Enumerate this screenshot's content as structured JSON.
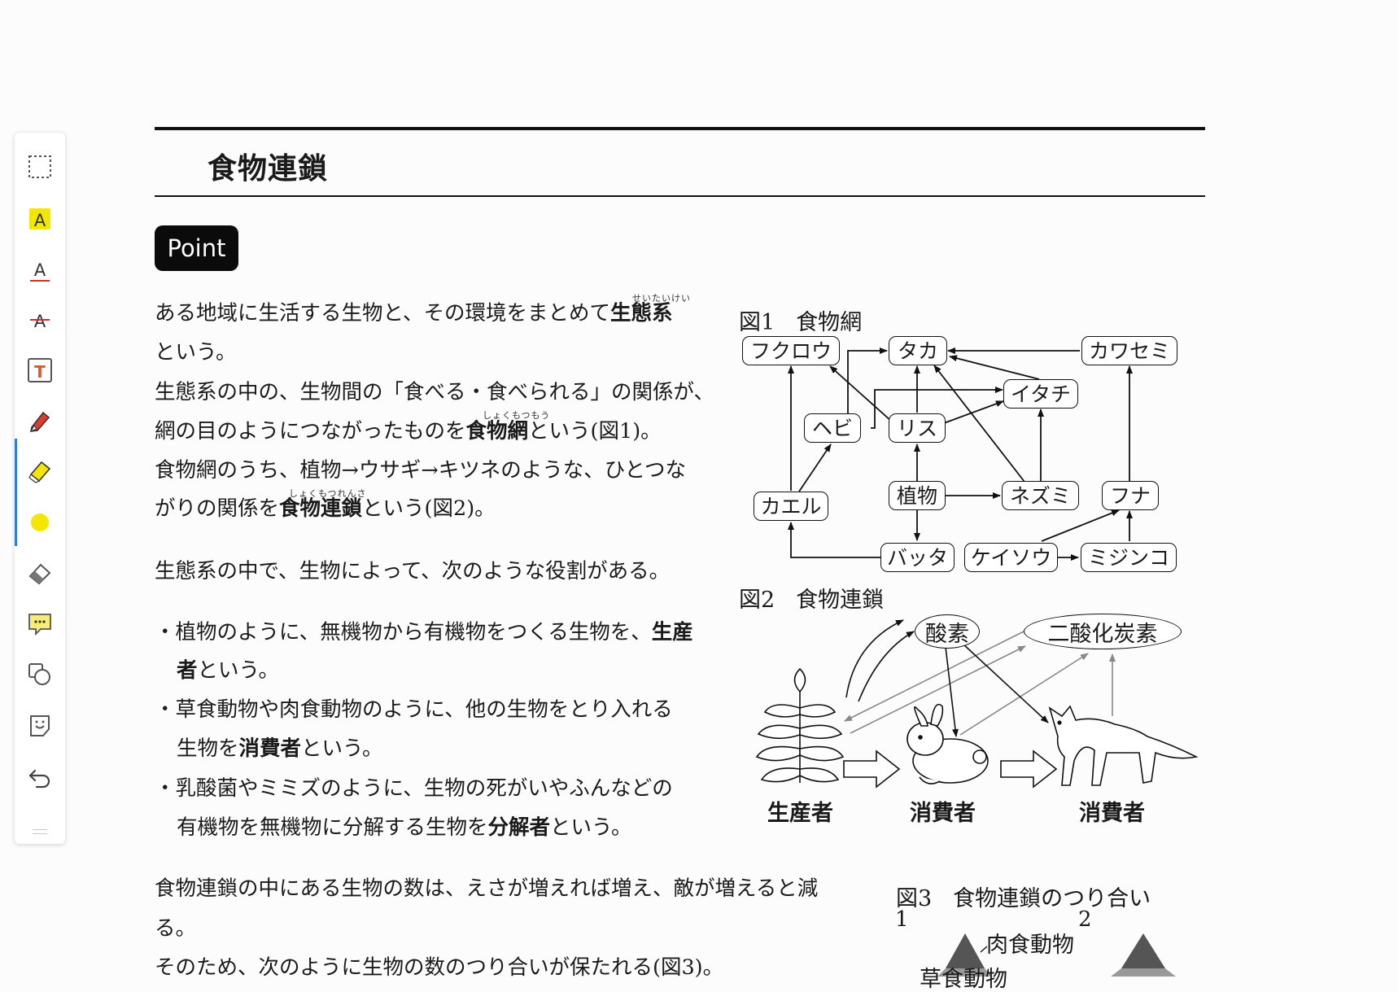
{
  "toolbar": {
    "tools": [
      {
        "icon": "selection-icon"
      },
      {
        "icon": "highlight-text-icon"
      },
      {
        "icon": "underline-text-icon"
      },
      {
        "icon": "strikethrough-text-icon"
      },
      {
        "icon": "text-box-icon"
      },
      {
        "icon": "pen-icon"
      },
      {
        "icon": "highlighter-icon"
      },
      {
        "icon": "color-dot-icon"
      },
      {
        "icon": "eraser-icon"
      },
      {
        "icon": "comment-icon"
      },
      {
        "icon": "shapes-icon"
      },
      {
        "icon": "sticker-icon"
      },
      {
        "icon": "undo-icon"
      }
    ],
    "active_color": "#f3e600",
    "active_accent": "#2f7fd6"
  },
  "document": {
    "title": "食物連鎖",
    "badge": "Point",
    "p1": {
      "line1_pre": "ある地域に生活する生物と、その環境をまとめて",
      "line1_bold": "生態系",
      "ruby1": "せいたいけい",
      "line2": "という。",
      "line3": "生態系の中の、生物間の「食べる・食べられる」の関係が、",
      "line4_pre": "網の目のようにつながったものを",
      "line4_bold": "食物網",
      "line4_post": "という(図1)。",
      "ruby2": "しょくもつもう",
      "line5": "食物網のうち、植物→ウサギ→キツネのような、ひとつな",
      "line6_pre": "がりの関係を",
      "line6_bold": "食物連鎖",
      "line6_post": "という(図2)。",
      "ruby3": "しょくもつれんさ"
    },
    "p2": "生態系の中で、生物によって、次のような役割がある。",
    "bullets": {
      "dot": "・",
      "b1_line1_pre": "植物のように、無機物から有機物をつくる生物を、",
      "b1_line1_bold": "生産",
      "b1_line2_bold": "者",
      "b1_line2_post": "という。",
      "b2_line1": "草食動物や肉食動物のように、他の生物をとり入れる",
      "b2_line2_pre": "生物を",
      "b2_line2_bold": "消費者",
      "b2_line2_post": "という。",
      "b3_line1": "乳酸菌やミミズのように、生物の死がいやふんなどの",
      "b3_line2_pre": "有機物を無機物に分解する生物を",
      "b3_line2_bold": "分解者",
      "b3_line2_post": "という。"
    },
    "p3": {
      "line1": "食物連鎖の中にある生物の数は、えさが増えれば増え、敵が増えると減",
      "line2": "る。",
      "line3": "そのため、次のように生物の数のつり合いが保たれる(図3)。"
    }
  },
  "fig1": {
    "label": "図1",
    "title": "食物網",
    "nodes": {
      "fukurou": "フクロウ",
      "taka": "タカ",
      "kawasemi": "カワセミ",
      "itachi": "イタチ",
      "hebi": "ヘビ",
      "risu": "リス",
      "kaeru": "カエル",
      "shokubutsu": "植物",
      "nezumi": "ネズミ",
      "funa": "フナ",
      "batta": "バッタ",
      "keisou": "ケイソウ",
      "mijinko": "ミジンコ"
    }
  },
  "fig2": {
    "label": "図2",
    "title": "食物連鎖",
    "oxygen": "酸素",
    "co2": "二酸化炭素",
    "producer": "生産者",
    "consumer1": "消費者",
    "consumer2": "消費者"
  },
  "fig3": {
    "label": "図3",
    "title": "食物連鎖のつり合い",
    "num1": "1",
    "num2": "2",
    "top_label": "肉食動物",
    "second_label": "草食動物"
  }
}
